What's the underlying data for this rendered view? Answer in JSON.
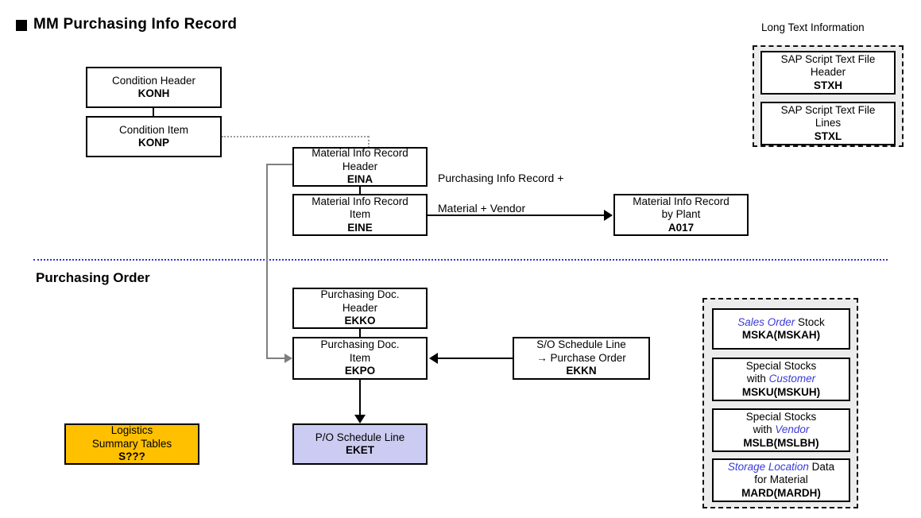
{
  "page": {
    "title": "MM Purchasing Info Record",
    "marker_icon": "filled-square-bullet-icon",
    "section_title": "Purchasing Order",
    "divider_color": "#3333cc"
  },
  "colors": {
    "accent_yellow": "#FFC000",
    "accent_purple": "#CCCCF2",
    "emphasis_blue": "#3a3ad6",
    "group_fill": "#ececec",
    "gray_connector": "#7f7f7f"
  },
  "nodes": [
    {
      "id": "konh",
      "lines": [
        "Condition Header"
      ],
      "code": "KONH",
      "style": "plain"
    },
    {
      "id": "konp",
      "lines": [
        "Condition Item"
      ],
      "code": "KONP",
      "style": "plain"
    },
    {
      "id": "eina",
      "lines": [
        "Material Info Record",
        "Header"
      ],
      "code": "EINA",
      "style": "plain"
    },
    {
      "id": "eine",
      "lines": [
        "Material Info Record",
        "Item"
      ],
      "code": "EINE",
      "style": "plain"
    },
    {
      "id": "a017",
      "lines": [
        "Material Info Record",
        "by Plant"
      ],
      "code": "A017",
      "style": "plain"
    },
    {
      "id": "stxh",
      "lines": [
        "SAP Script Text File",
        "Header"
      ],
      "code": "STXH",
      "style": "plain"
    },
    {
      "id": "stxl",
      "lines": [
        "SAP Script Text File",
        "Lines"
      ],
      "code": "STXL",
      "style": "plain"
    },
    {
      "id": "ekko",
      "lines": [
        "Purchasing Doc.",
        "Header"
      ],
      "code": "EKKO",
      "style": "plain"
    },
    {
      "id": "ekpo",
      "lines": [
        "Purchasing Doc.",
        "Item"
      ],
      "code": "EKPO",
      "style": "plain"
    },
    {
      "id": "ekkn",
      "lines": [
        "S/O Schedule Line",
        "→ Purchase Order"
      ],
      "code": "EKKN",
      "style": "plain"
    },
    {
      "id": "eket",
      "lines": [
        "P/O Schedule Line"
      ],
      "code": "EKET",
      "style": "purple"
    },
    {
      "id": "sxxx",
      "lines": [
        "Logistics",
        "Summary Tables"
      ],
      "code": "S???",
      "style": "yellow"
    },
    {
      "id": "mska",
      "lines": [
        "Sales Order Stock"
      ],
      "code": "MSKA(MSKAH)",
      "style": "plain",
      "emphasis": "Sales Order",
      "emphasis_tail": " Stock"
    },
    {
      "id": "msku",
      "lines": [
        "Special Stocks",
        "with Customer"
      ],
      "code": "MSKU(MSKUH)",
      "style": "plain",
      "emphasis": "Customer",
      "emphasis_lead": "with "
    },
    {
      "id": "mslb",
      "lines": [
        "Special Stocks",
        "with Vendor"
      ],
      "code": "MSLB(MSLBH)",
      "style": "plain",
      "emphasis": "Vendor",
      "emphasis_lead": "with "
    },
    {
      "id": "mard",
      "lines": [
        "Storage Location Data",
        "for Material"
      ],
      "code": "MARD(MARDH)",
      "style": "plain",
      "emphasis": "Storage Location",
      "emphasis_tail": " Data"
    }
  ],
  "groups": [
    {
      "id": "long-text",
      "label": "Long Text Information"
    },
    {
      "id": "stocks",
      "label": ""
    }
  ],
  "annotations": [
    {
      "id": "pir-note",
      "text": "Purchasing Info Record +\nMaterial + Vendor"
    }
  ],
  "node_text": {
    "konh_l1": "Condition Header",
    "konh_code": "KONH",
    "konp_l1": "Condition Item",
    "konp_code": "KONP",
    "eina_l1": "Material Info Record",
    "eina_l2": "Header",
    "eina_code": "EINA",
    "eine_l1": "Material Info Record",
    "eine_l2": "Item",
    "eine_code": "EINE",
    "a017_l1": "Material Info Record",
    "a017_l2": "by Plant",
    "a017_code": "A017",
    "stxh_l1": "SAP Script Text File",
    "stxh_l2": "Header",
    "stxh_code": "STXH",
    "stxl_l1": "SAP Script Text File",
    "stxl_l2": "Lines",
    "stxl_code": "STXL",
    "ekko_l1": "Purchasing Doc.",
    "ekko_l2": "Header",
    "ekko_code": "EKKO",
    "ekpo_l1": "Purchasing Doc.",
    "ekpo_l2": "Item",
    "ekpo_code": "EKPO",
    "ekkn_l1": "S/O Schedule Line",
    "ekkn_l2": "→ Purchase Order",
    "ekkn_code": "EKKN",
    "eket_l1": "P/O Schedule Line",
    "eket_code": "EKET",
    "sxxx_l1": "Logistics",
    "sxxx_l2": "Summary Tables",
    "sxxx_code": "S???",
    "mska_em": "Sales Order",
    "mska_tail": " Stock",
    "mska_code": "MSKA(MSKAH)",
    "msku_l1": "Special Stocks",
    "msku_lead": "with ",
    "msku_em": "Customer",
    "msku_code": "MSKU(MSKUH)",
    "mslb_l1": "Special Stocks",
    "mslb_lead": "with ",
    "mslb_em": "Vendor",
    "mslb_code": "MSLB(MSLBH)",
    "mard_em": "Storage Location",
    "mard_tail": " Data",
    "mard_l2": "for Material",
    "mard_code": "MARD(MARDH)"
  },
  "group_text": {
    "long_text_label": "Long Text Information"
  },
  "annotation_text": {
    "pir_note_l1": "Purchasing Info Record +",
    "pir_note_l2": "Material + Vendor"
  }
}
